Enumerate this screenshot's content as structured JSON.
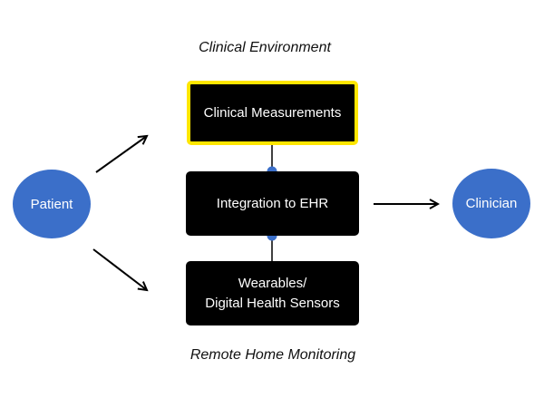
{
  "captions": {
    "top": "Clinical Environment",
    "bottom": "Remote Home Monitoring"
  },
  "boxes": {
    "clinical": "Clinical Measurements",
    "ehr": "Integration to EHR",
    "wearables_line1": "Wearables/",
    "wearables_line2": "Digital Health Sensors"
  },
  "nodes": {
    "patient": "Patient",
    "clinician": "Clinician"
  },
  "colors": {
    "node_fill": "#3b6fc9",
    "box_fill": "#000000",
    "highlight_border": "#ffe600",
    "connector_dot": "#3b6fc9"
  }
}
